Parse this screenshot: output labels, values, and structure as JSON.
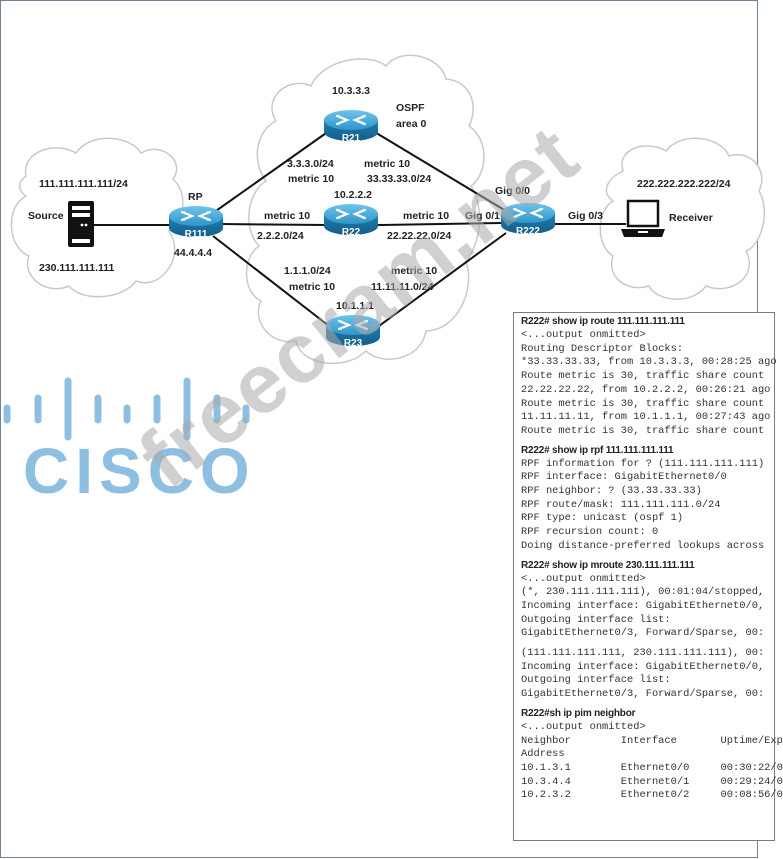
{
  "topology": {
    "area_label_1": "OSPF",
    "area_label_2": "area 0",
    "source": {
      "label": "Source",
      "subnet": "111.111.111.111/24",
      "group": "230.111.111.111",
      "icon": "server-icon"
    },
    "receiver": {
      "label": "Receiver",
      "subnet": "222.222.222.222/24",
      "icon": "laptop-icon"
    },
    "routers": [
      {
        "id": "R111",
        "role": "RP",
        "address": "44.4.4.4"
      },
      {
        "id": "R21",
        "address": "10.3.3.3"
      },
      {
        "id": "R22",
        "address": "10.2.2.2"
      },
      {
        "id": "R23",
        "address": "10.1.1.1"
      },
      {
        "id": "R222"
      }
    ],
    "links": [
      {
        "from": "R111",
        "to": "R21",
        "network": "3.3.3.0/24",
        "metric": "metric 10"
      },
      {
        "from": "R21",
        "to": "R222",
        "network": "33.33.33.0/24",
        "metric": "metric 10",
        "interface": "Gig 0/0"
      },
      {
        "from": "R111",
        "to": "R22",
        "network": "2.2.2.0/24",
        "metric": "metric 10"
      },
      {
        "from": "R22",
        "to": "R222",
        "network": "22.22.22.0/24",
        "metric": "metric 10",
        "interface": "Gig 0/1"
      },
      {
        "from": "R111",
        "to": "R23",
        "network": "1.1.1.0/24",
        "metric": "metric 10"
      },
      {
        "from": "R23",
        "to": "R222",
        "network": "11.11.11.0/24",
        "metric": "metric 10"
      },
      {
        "from": "R222",
        "to": "Receiver",
        "interface": "Gig 0/3"
      }
    ]
  },
  "logo": {
    "text": "CISCO",
    "color": "#8fbfe0"
  },
  "watermark": "freecram.net",
  "console": {
    "blocks": [
      {
        "command": "R222# show ip route 111.111.111.111",
        "lines": [
          "<...output onmitted>",
          "Routing Descriptor Blocks:",
          "*33.33.33.33, from 10.3.3.3, 00:28:25 ago",
          "Route metric is 30, traffic share count",
          "22.22.22.22, from 10.2.2.2, 00:26:21 ago",
          "Route metric is 30, traffic share count",
          "11.11.11.11, from 10.1.1.1, 00:27:43 ago",
          "Route metric is 30, traffic share count"
        ]
      },
      {
        "command": "R222# show ip rpf 111.111.111.111",
        "lines": [
          "RPF information for ? (111.111.111.111)",
          "RPF interface: GigabitEthernet0/0",
          "RPF neighbor: ? (33.33.33.33)",
          "RPF route/mask: 111.111.111.0/24",
          "RPF type: unicast (ospf 1)",
          "RPF recursion count: 0",
          "Doing distance-preferred lookups across"
        ]
      },
      {
        "command": "R222# show ip mroute 230.111.111.111",
        "lines": [
          "<...output onmitted>",
          "(*, 230.111.111.111), 00:01:04/stopped,",
          "Incoming interface: GigabitEthernet0/0,",
          "Outgoing interface list:",
          "GigabitEthernet0/3, Forward/Sparse, 00:"
        ],
        "lines2": [
          "(111.111.111.111, 230.111.111.111), 00:",
          "Incoming interface: GigabitEthernet0/0,",
          "Outgoing interface list:",
          "GigabitEthernet0/3, Forward/Sparse, 00:"
        ]
      },
      {
        "command": "R222#sh ip pim neighbor",
        "lines": [
          "<...output onmitted>",
          "Neighbor        Interface       Uptime/Exp",
          "Address",
          "10.1.3.1        Ethernet0/0     00:30:22/0",
          "10.3.4.4        Ethernet0/1     00:29:24/0",
          "10.2.3.2        Ethernet0/2     00:08:56/0"
        ]
      }
    ]
  }
}
